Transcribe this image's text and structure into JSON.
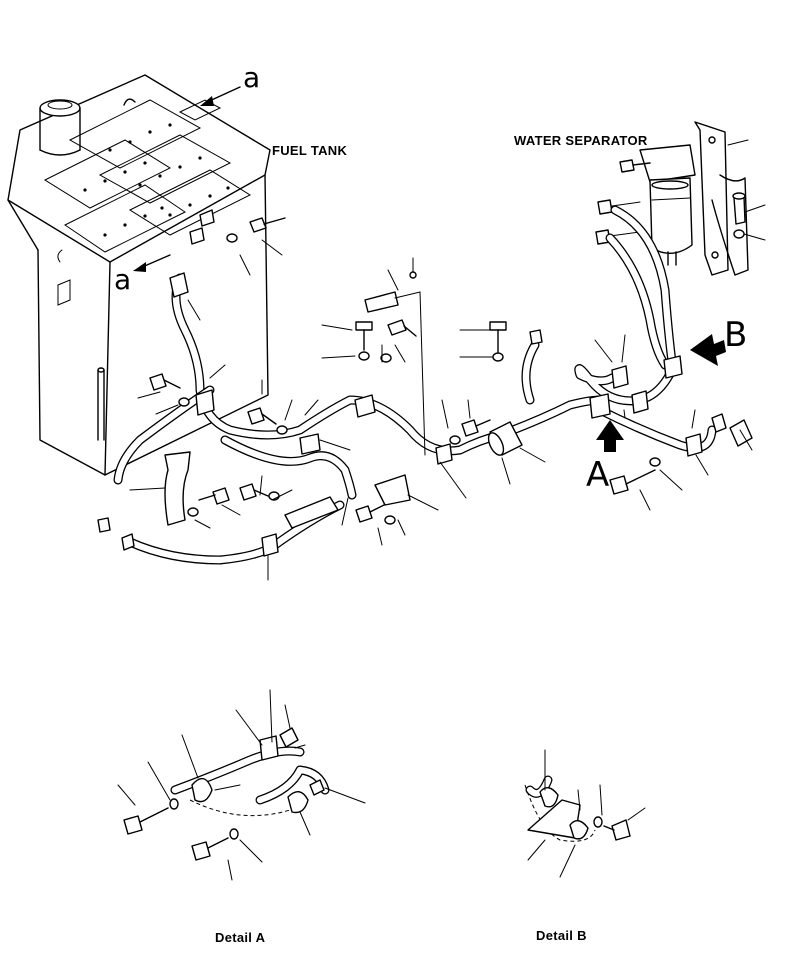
{
  "labels": {
    "fuel_tank": "FUEL TANK",
    "water_separator": "WATER SEPARATOR",
    "view_a_upper": "a",
    "view_a_lower": "a",
    "arrow_b": "B",
    "arrow_a": "A",
    "detail_a": "Detail A",
    "detail_b": "Detail B"
  },
  "colors": {
    "line": "#000000",
    "background": "#ffffff"
  }
}
